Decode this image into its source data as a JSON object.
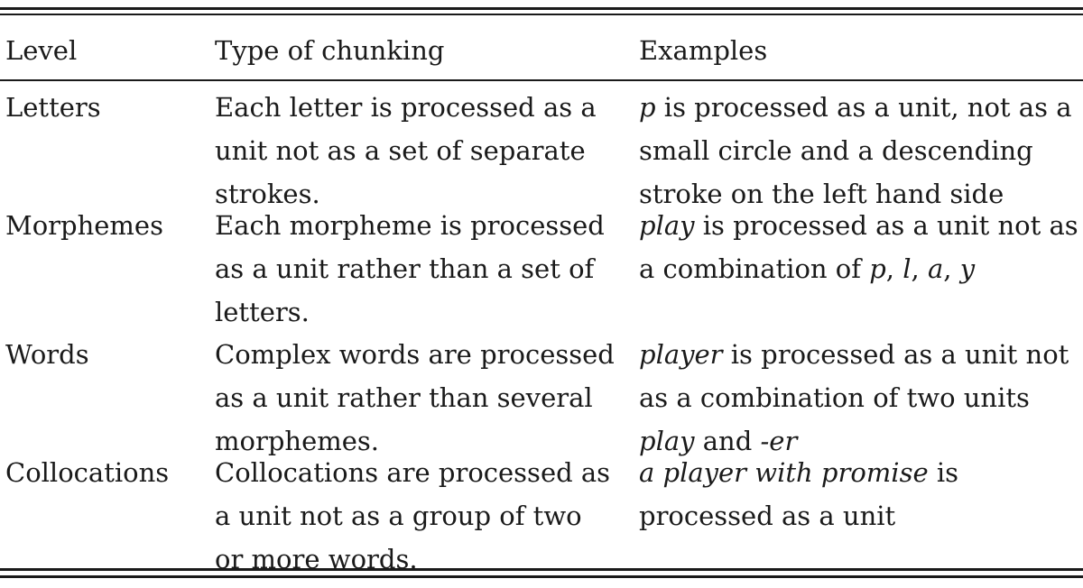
{
  "table": {
    "headers": {
      "level": "Level",
      "type": "Type of chunking",
      "examples": "Examples"
    },
    "rows": [
      {
        "level": "Letters",
        "type_lines": [
          "Each letter is processed as a",
          "unit not as a set of separate",
          "strokes."
        ],
        "example_lines": [
          [
            {
              "text": "p",
              "italic": true
            },
            {
              "text": " is processed as a unit, not as a",
              "italic": false
            }
          ],
          [
            {
              "text": "small circle and a descending",
              "italic": false
            }
          ],
          [
            {
              "text": "stroke on the left hand side",
              "italic": false
            }
          ]
        ]
      },
      {
        "level": "Morphemes",
        "type_lines": [
          "Each morpheme is processed",
          "as a unit rather than a set of",
          "letters."
        ],
        "example_lines": [
          [
            {
              "text": "play",
              "italic": true
            },
            {
              "text": " is processed as a unit not as",
              "italic": false
            }
          ],
          [
            {
              "text": "a combination of ",
              "italic": false
            },
            {
              "text": "p",
              "italic": true
            },
            {
              "text": ", ",
              "italic": false
            },
            {
              "text": "l",
              "italic": true
            },
            {
              "text": ", ",
              "italic": false
            },
            {
              "text": "a",
              "italic": true
            },
            {
              "text": ", ",
              "italic": false
            },
            {
              "text": "y",
              "italic": true
            }
          ]
        ]
      },
      {
        "level": "Words",
        "type_lines": [
          "Complex words are processed",
          "as a unit rather than several",
          "morphemes."
        ],
        "example_lines": [
          [
            {
              "text": "player",
              "italic": true
            },
            {
              "text": " is processed as a unit not",
              "italic": false
            }
          ],
          [
            {
              "text": "as a combination of two units",
              "italic": false
            }
          ],
          [
            {
              "text": "play",
              "italic": true
            },
            {
              "text": " and ",
              "italic": false
            },
            {
              "text": "-er",
              "italic": true
            }
          ]
        ]
      },
      {
        "level": "Collocations",
        "type_lines": [
          "Collocations are processed as",
          "a unit not as a group of two",
          "or more words."
        ],
        "example_lines": [
          [
            {
              "text": "a player with promise",
              "italic": true
            },
            {
              "text": " is",
              "italic": false
            }
          ],
          [
            {
              "text": "processed as a unit",
              "italic": false
            }
          ]
        ]
      }
    ]
  }
}
